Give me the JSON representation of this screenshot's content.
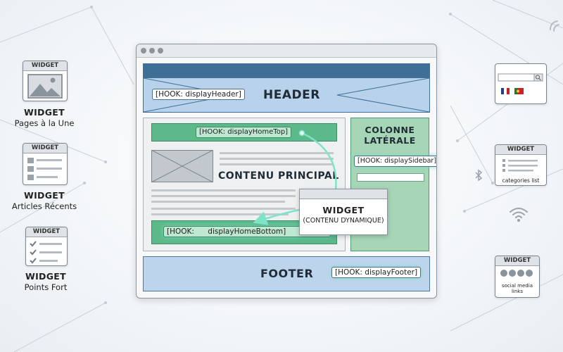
{
  "left_widgets": [
    {
      "bar": "WIDGET",
      "title": "WIDGET",
      "subtitle": "Pages à la Une",
      "icon": "image-icon"
    },
    {
      "bar": "WIDGET",
      "title": "WIDGET",
      "subtitle": "Articles Récents",
      "icon": "list-icon"
    },
    {
      "bar": "WIDGET",
      "title": "WIDGET",
      "subtitle": "Points Fort",
      "icon": "checklist-icon"
    }
  ],
  "right_widgets": [
    {
      "icon": "search-and-flags-icon"
    },
    {
      "bar": "WIDGET",
      "label": "categories list"
    },
    {
      "bar": "WIDGET",
      "label": "social media links"
    }
  ],
  "layout": {
    "header": {
      "title": "HEADER",
      "hook": "[HOOK: displayHeader]"
    },
    "main": {
      "title": "CONTENU PRINCIPAL",
      "hook_top": "[HOOK: displayHomeTop]",
      "hook_bottom_prefix": "[HOOK:",
      "hook_bottom_name": "displayHomeBottom]"
    },
    "sidebar": {
      "title_line1": "COLONNE",
      "title_line2": "LATÉRALE",
      "hook": "[HOOK: displaySidebar]"
    },
    "widget": {
      "title": "WIDGET",
      "subtitle": "(CONTENU DYNAMIQUE)"
    },
    "footer": {
      "title": "FOOTER",
      "hook": "[HOOK: displayFooter]"
    }
  },
  "colors": {
    "header_dark": "#3f6f96",
    "header_fill": "#b7d2ea",
    "hook_green": "#5cb98a",
    "sidebar_fill": "#a6d6b6",
    "footer_fill": "#bdd5ec",
    "glow": "#7fe3c8"
  }
}
